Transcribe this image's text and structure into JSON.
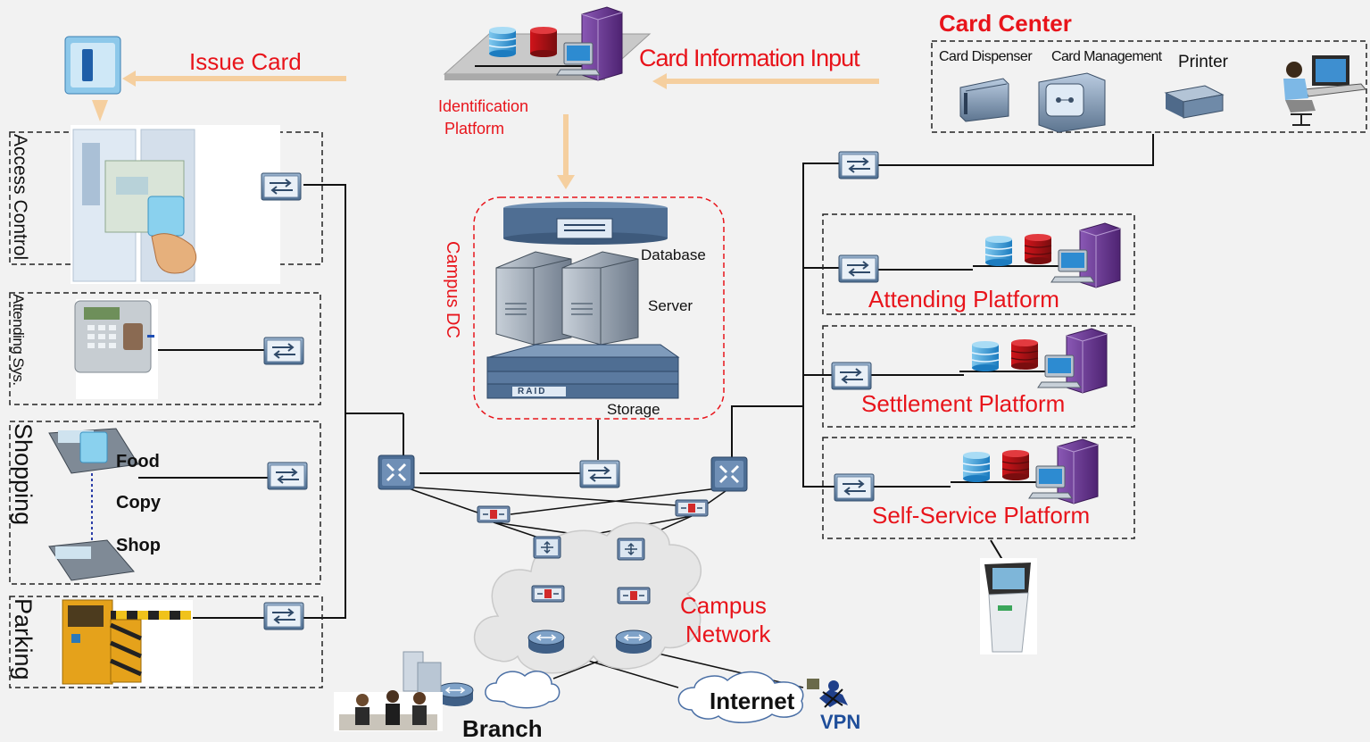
{
  "top": {
    "issue_card": "Issue Card",
    "card_info_input": "Card Information Input",
    "identification_platform_line1": "Identification",
    "identification_platform_line2": "Platform"
  },
  "card_center": {
    "title": "Card Center",
    "card_dispenser": "Card Dispenser",
    "card_management": "Card Management",
    "printer": "Printer"
  },
  "left_zones": {
    "access_control": "Access Control",
    "attending_sys": "Attending Sys.",
    "shopping": "Shopping",
    "parking": "Parking",
    "food": "Food",
    "copy": "Copy",
    "shop": "Shop"
  },
  "campus_dc": {
    "title": "Campus DC",
    "database": "Database",
    "server": "Server",
    "storage": "Storage",
    "raid": "RAID"
  },
  "platforms": {
    "attending": "Attending Platform",
    "settlement": "Settlement Platform",
    "self_service": "Self-Service Platform"
  },
  "network": {
    "campus_line1": "Campus",
    "campus_line2": "Network",
    "internet": "Internet",
    "vpn": "VPN",
    "branch": "Branch"
  },
  "colors": {
    "red_label": "#e8141b",
    "arrow": "#f5cf9f",
    "switch": "#5f7f9f",
    "vpn_blue": "#1f4e9a"
  }
}
